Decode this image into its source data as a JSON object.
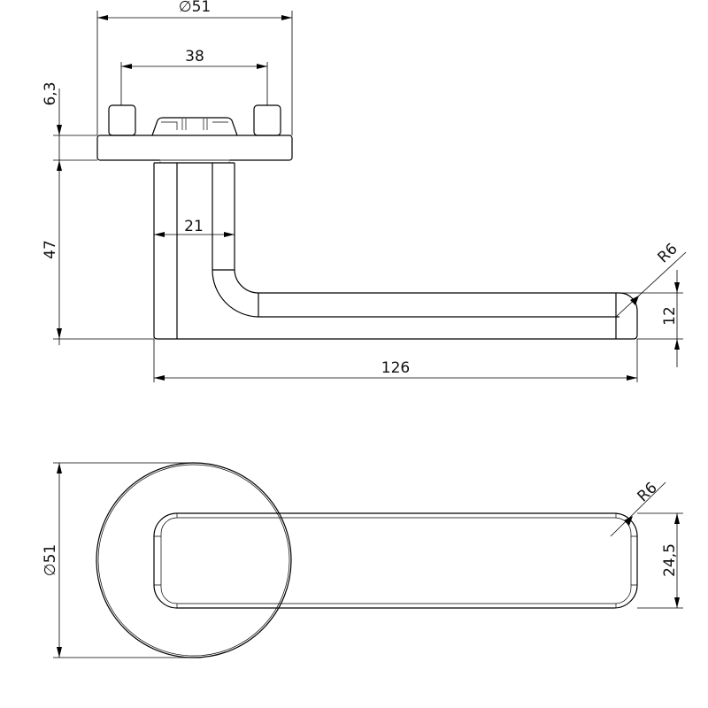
{
  "title": "Door handle technical drawing",
  "side_view": {
    "dims": {
      "rose_diameter": "∅51",
      "pin_spacing": "38",
      "rose_thickness": "6,3",
      "height": "47",
      "neck_width": "21",
      "tip_radius": "R6",
      "lever_thickness": "12",
      "length": "126"
    }
  },
  "top_view": {
    "dims": {
      "rose_diameter": "∅51",
      "tip_radius": "R6",
      "lever_width": "24,5"
    }
  }
}
